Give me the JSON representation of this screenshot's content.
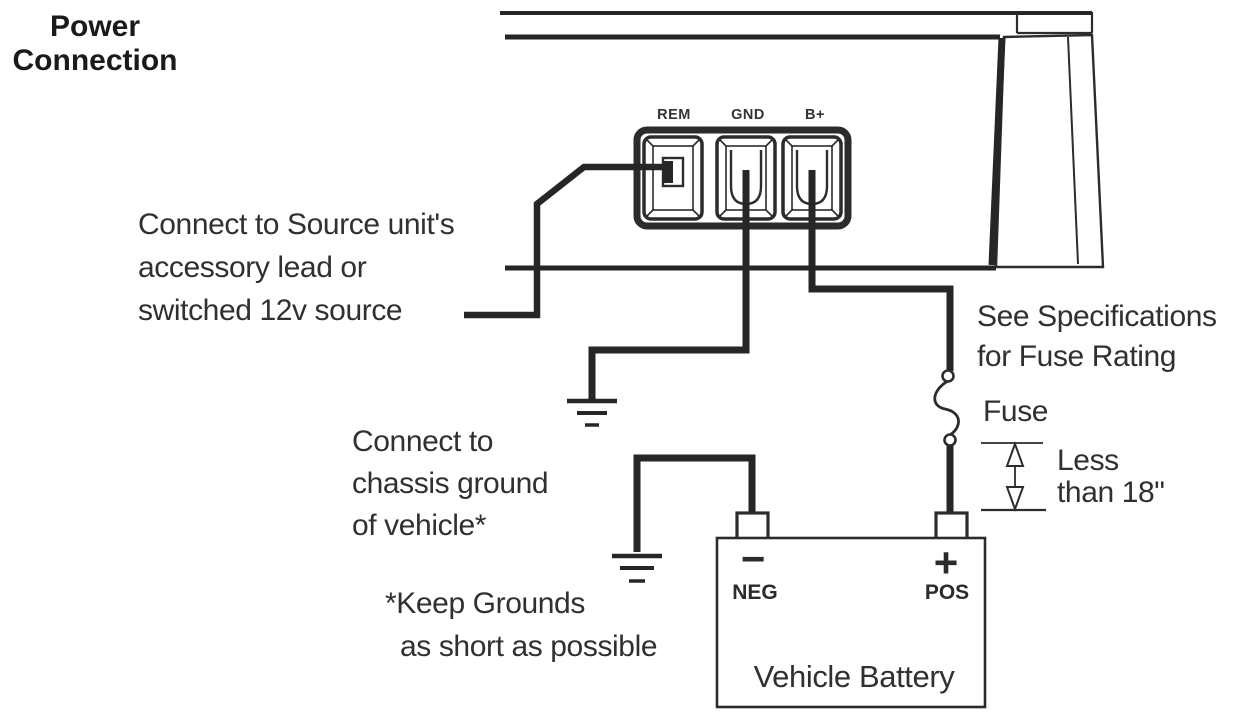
{
  "title": {
    "line1": "Power",
    "line2": "Connection"
  },
  "amplifier": {
    "terminals": [
      {
        "label": "REM"
      },
      {
        "label": "GND"
      },
      {
        "label": "B+"
      }
    ]
  },
  "annotations": {
    "remote_lead": {
      "line1": "Connect to Source unit's",
      "line2": "accessory lead or",
      "line3": "switched 12v source"
    },
    "chassis_ground": {
      "line1": "Connect to",
      "line2": "chassis ground",
      "line3": "of vehicle*"
    },
    "keep_grounds": {
      "line1": "*Keep Grounds",
      "line2": "as short as possible"
    },
    "fuse_spec": {
      "line1": "See Specifications",
      "line2": "for Fuse Rating"
    },
    "fuse": "Fuse",
    "fuse_distance": {
      "line1": "Less",
      "line2": "than 18\""
    }
  },
  "battery": {
    "label": "Vehicle Battery",
    "negative": {
      "sign": "−",
      "label": "NEG"
    },
    "positive": {
      "sign": "+",
      "label": "POS"
    }
  },
  "colors": {
    "ink": "#262626",
    "text": "#303030",
    "background": "#ffffff"
  }
}
